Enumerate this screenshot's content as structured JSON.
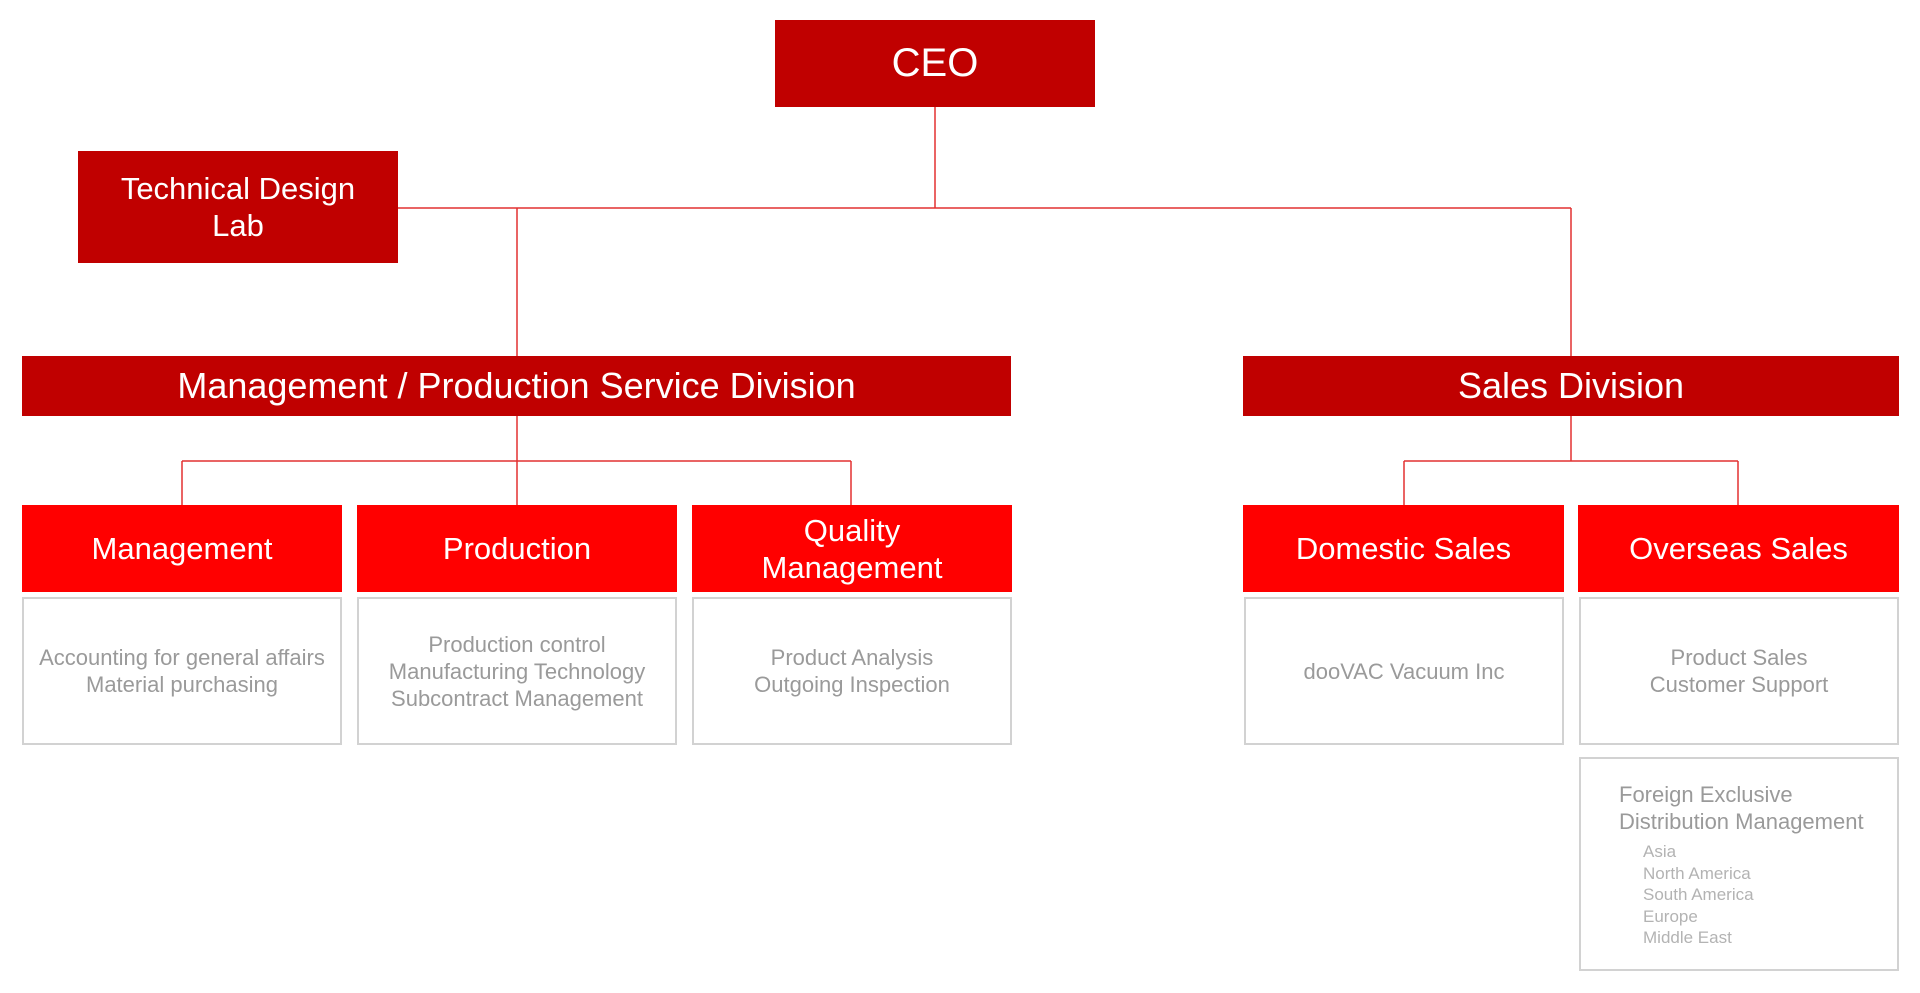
{
  "ceo": "CEO",
  "lab": [
    "Technical Design",
    "Lab"
  ],
  "divisions": {
    "management_production": "Management / Production Service Division",
    "sales": "Sales Division"
  },
  "departments": [
    {
      "label": [
        "Management"
      ],
      "desc": [
        "Accounting for general affairs",
        "Material purchasing"
      ]
    },
    {
      "label": [
        "Production"
      ],
      "desc": [
        "Production control",
        "Manufacturing Technology",
        "Subcontract Management"
      ]
    },
    {
      "label": [
        "Quality",
        "Management"
      ],
      "desc": [
        "Product Analysis",
        "Outgoing Inspection"
      ]
    },
    {
      "label": [
        "Domestic Sales"
      ],
      "desc": [
        "dooVAC Vacuum Inc"
      ]
    },
    {
      "label": [
        "Overseas Sales"
      ],
      "desc": [
        "Product Sales",
        "Customer Support"
      ]
    }
  ],
  "foreign": {
    "title": [
      "Foreign Exclusive",
      "Distribution Management"
    ],
    "regions": [
      "Asia",
      "North America",
      "South America",
      "Europe",
      "Middle East"
    ]
  },
  "colors": {
    "dark_red": "#c00000",
    "bright_red": "#ff0000",
    "connector": "#e23030",
    "desc_border": "#d2d2d2",
    "desc_text": "#9a9a9a"
  }
}
